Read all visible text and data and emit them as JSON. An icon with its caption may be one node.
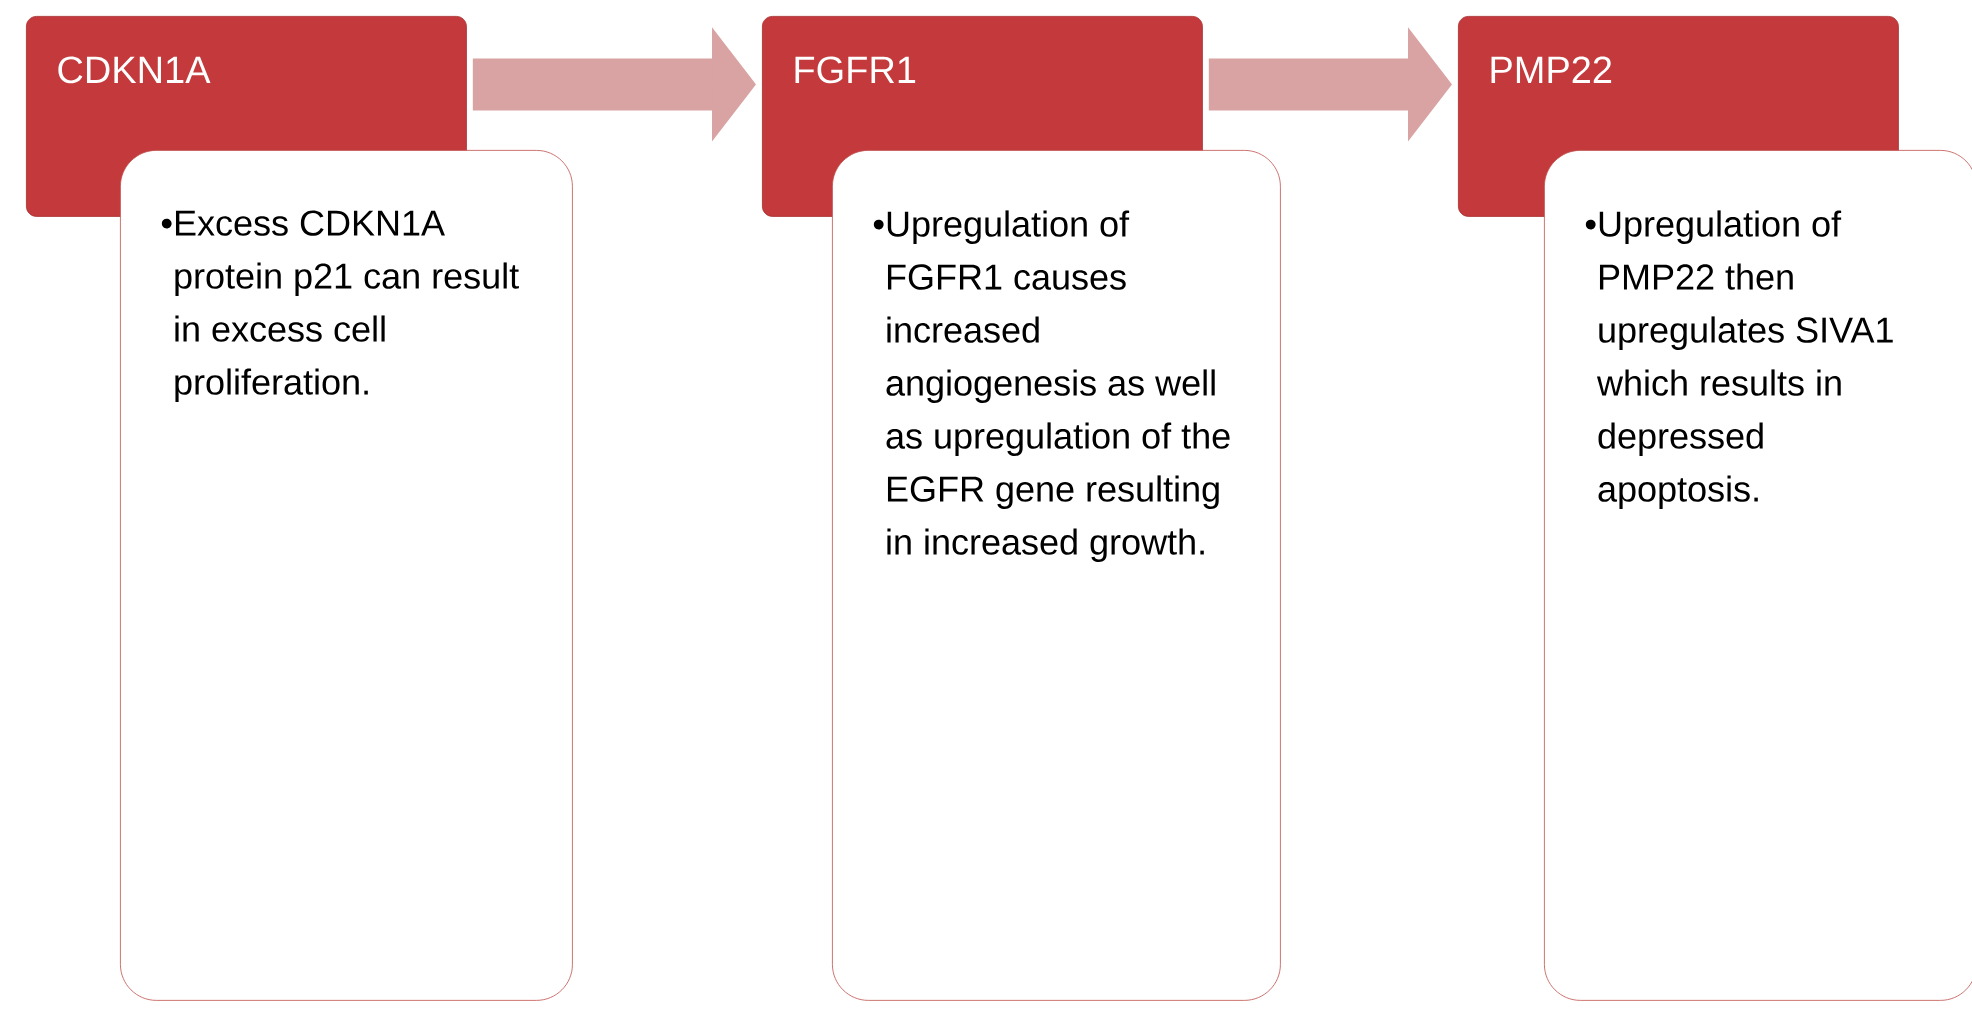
{
  "diagram": {
    "nodes": [
      {
        "text": [
          "CDKN1A"
        ]
      },
      {
        "text": [
          "•Excess CDKN1A protein p21 can result in excess cell proliferation."
        ]
      },
      {
        "text": [
          "FGFR1"
        ]
      },
      {
        "text": [
          "•Upregulation of FGFR1 causes increased angiogenesis as well as upregulation of the EGFR gene resulting in increased growth."
        ]
      },
      {
        "text": [
          "PMP22"
        ]
      },
      {
        "text": [
          "•Upregulation of PMP22 then upregulates SIVA1 which results in depressed apoptosis."
        ]
      }
    ],
    "edges": [
      {
        "from": 0,
        "to": 2,
        "arrow": "to"
      },
      {
        "from": 2,
        "to": 4,
        "arrow": "to"
      }
    ]
  }
}
